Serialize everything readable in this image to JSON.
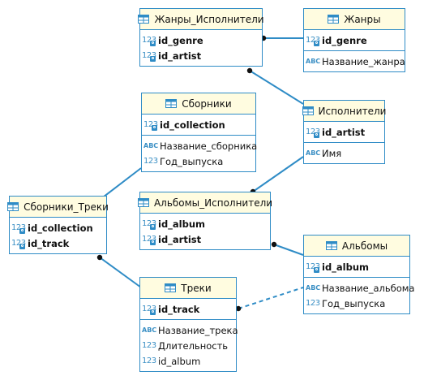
{
  "tables": {
    "genre_artist": {
      "title": "Жанры_Исполнители",
      "sections": [
        [
          {
            "type": "123",
            "key": true,
            "name": "id_genre"
          },
          {
            "type": "123",
            "key": true,
            "name": "id_artist"
          }
        ]
      ]
    },
    "genres": {
      "title": "Жанры",
      "sections": [
        [
          {
            "type": "123",
            "key": true,
            "name": "id_genre"
          }
        ],
        [
          {
            "type": "ABC",
            "key": false,
            "name": "Название_жанра"
          }
        ]
      ]
    },
    "collections": {
      "title": "Сборники",
      "sections": [
        [
          {
            "type": "123",
            "key": true,
            "name": "id_collection"
          }
        ],
        [
          {
            "type": "ABC",
            "key": false,
            "name": "Название_сборника"
          },
          {
            "type": "123",
            "key": false,
            "name": "Год_выпуска"
          }
        ]
      ]
    },
    "artists": {
      "title": "Исполнители",
      "sections": [
        [
          {
            "type": "123",
            "key": true,
            "name": "id_artist"
          }
        ],
        [
          {
            "type": "ABC",
            "key": false,
            "name": "Имя"
          }
        ]
      ]
    },
    "collection_tracks": {
      "title": "Сборники_Треки",
      "sections": [
        [
          {
            "type": "123",
            "key": true,
            "name": "id_collection"
          },
          {
            "type": "123",
            "key": true,
            "name": "id_track"
          }
        ]
      ]
    },
    "album_artists": {
      "title": "Альбомы_Исполнители",
      "sections": [
        [
          {
            "type": "123",
            "key": true,
            "name": "id_album"
          },
          {
            "type": "123",
            "key": true,
            "name": "id_artist"
          }
        ]
      ]
    },
    "albums": {
      "title": "Альбомы",
      "sections": [
        [
          {
            "type": "123",
            "key": true,
            "name": "id_album"
          }
        ],
        [
          {
            "type": "ABC",
            "key": false,
            "name": "Название_альбома"
          },
          {
            "type": "123",
            "key": false,
            "name": "Год_выпуска"
          }
        ]
      ]
    },
    "tracks": {
      "title": "Треки",
      "sections": [
        [
          {
            "type": "123",
            "key": true,
            "name": "id_track"
          }
        ],
        [
          {
            "type": "ABC",
            "key": false,
            "name": "Название_трека"
          },
          {
            "type": "123",
            "key": false,
            "name": "Длительность"
          },
          {
            "type": "123",
            "key": false,
            "name": "id_album"
          }
        ]
      ]
    }
  },
  "colors": {
    "border": "#2f8cc6",
    "header_bg": "#fffce0",
    "type_icon": "#3a8fc4",
    "link": "#2f8cc6"
  }
}
